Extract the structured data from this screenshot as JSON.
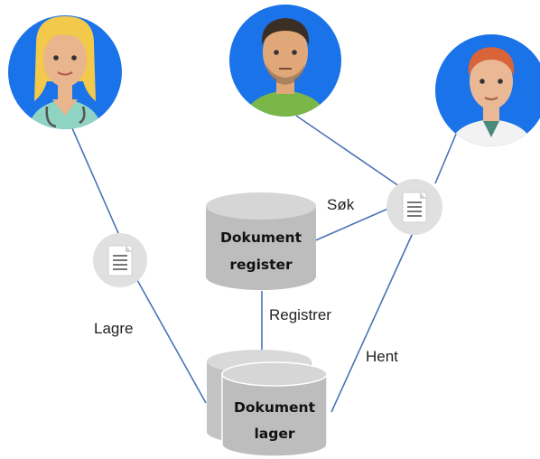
{
  "labels": {
    "search": "Søk",
    "register": "Registrer",
    "store": "Lagre",
    "fetch": "Hent"
  },
  "databases": {
    "registry": {
      "line1": "Dokument",
      "line2": "register"
    },
    "repository": {
      "line1": "Dokument",
      "line2": "lager"
    }
  },
  "people": [
    {
      "role": "nurse",
      "name": "nurse-avatar"
    },
    {
      "role": "patient",
      "name": "patient-avatar"
    },
    {
      "role": "doctor",
      "name": "doctor-avatar"
    }
  ],
  "colors": {
    "avatar_background": "#1a73e8",
    "connector_line": "#4a73b5",
    "database_fill": "#bdbdbd",
    "database_top": "#d6d6d6",
    "document_circle": "#e0e0e0"
  }
}
